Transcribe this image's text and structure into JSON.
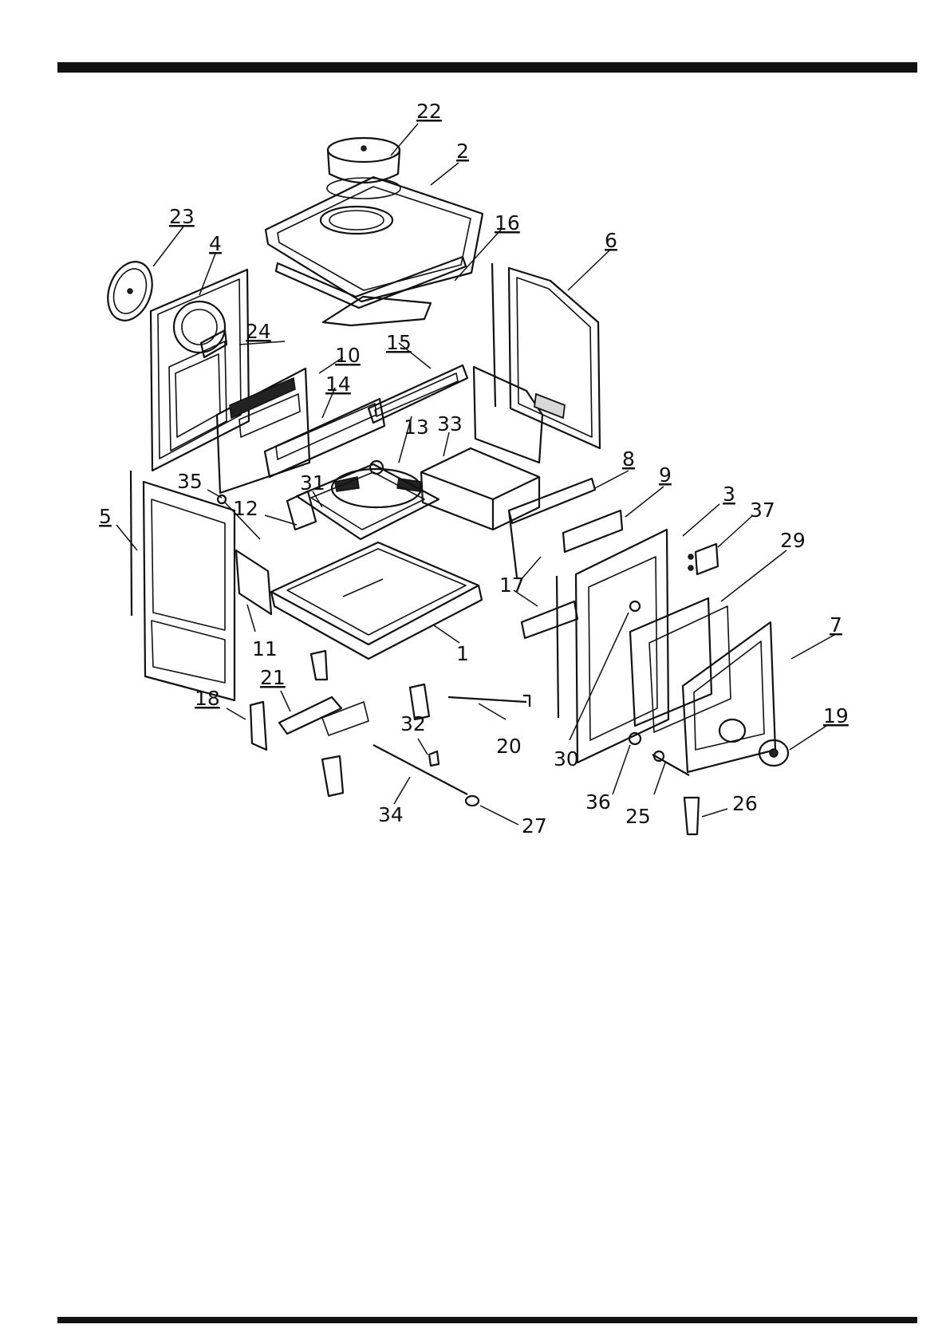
{
  "labels": {
    "l1": "1",
    "l2": "2",
    "l3": "3",
    "l4": "4",
    "l5": "5",
    "l6": "6",
    "l7": "7",
    "l8": "8",
    "l9": "9",
    "l10": "10",
    "l11": "11",
    "l12": "12",
    "l13": "13",
    "l14": "14",
    "l15": "15",
    "l16": "16",
    "l17": "17",
    "l18": "18",
    "l19": "19",
    "l20": "20",
    "l21": "21",
    "l22": "22",
    "l23": "23",
    "l24": "24",
    "l25": "25",
    "l26": "26",
    "l27": "27",
    "l29": "29",
    "l30": "30",
    "l31": "31",
    "l32": "32",
    "l33": "33",
    "l34": "34",
    "l35": "35",
    "l36": "36",
    "l37": "37"
  }
}
